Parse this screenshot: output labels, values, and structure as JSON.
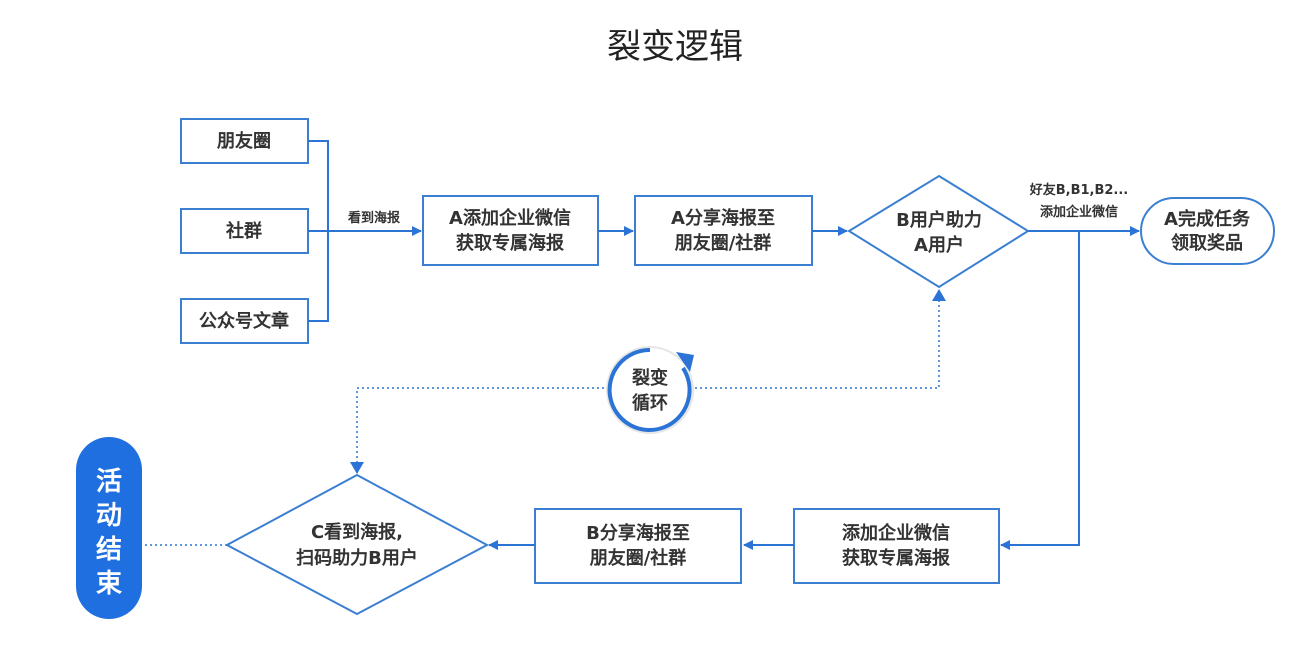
{
  "title": "裂变逻辑",
  "nodes": {
    "source1": "朋友圈",
    "source2": "社群",
    "source3": "公众号文章",
    "see_poster": "看到海报",
    "a_add_line1": "A添加企业微信",
    "a_add_line2": "获取专属海报",
    "a_share_line1": "A分享海报至",
    "a_share_line2": "朋友圈/社群",
    "b_help_line1": "B用户助力",
    "b_help_line2": "A用户",
    "friends_line1": "好友B,B1,B2...",
    "friends_line2": "添加企业微信",
    "a_done_line1": "A完成任务",
    "a_done_line2": "领取奖品",
    "cycle_line1": "裂变",
    "cycle_line2": "循环",
    "add2_line1": "添加企业微信",
    "add2_line2": "获取专属海报",
    "b_share_line1": "B分享海报至",
    "b_share_line2": "朋友圈/社群",
    "c_help_line1": "C看到海报,",
    "c_help_line2": "扫码助力B用户",
    "end_chars": [
      "活",
      "动",
      "结",
      "束"
    ]
  },
  "colors": {
    "border": "#3a7fd1",
    "arrow": "#2b74d6",
    "end_fill": "#1f6fe0",
    "text": "#333333"
  }
}
